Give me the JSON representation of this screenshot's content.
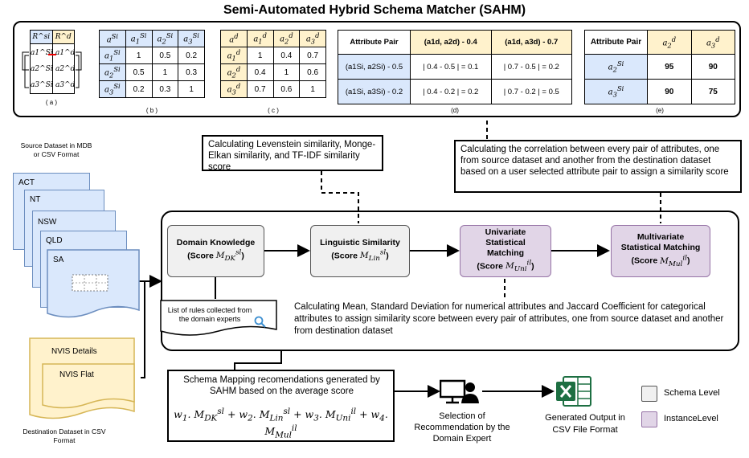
{
  "title": "Semi-Automated Hybrid Schema Matcher (SAHM)",
  "panel_a": {
    "header_left": "R^si",
    "header_right": "R^d",
    "left": [
      "a1^Si",
      "a2^Si",
      "a3^Si"
    ],
    "right": [
      "a1^d",
      "a2^d",
      "a3^d"
    ],
    "caption": "( a )"
  },
  "panel_b": {
    "caption": "( b )",
    "rows": [
      [
        "1",
        "0.5",
        "0.2"
      ],
      [
        "0.5",
        "1",
        "0.3"
      ],
      [
        "0.2",
        "0.3",
        "1"
      ]
    ]
  },
  "panel_c": {
    "caption": "( c )",
    "rows": [
      [
        "1",
        "0.4",
        "0.7"
      ],
      [
        "0.4",
        "1",
        "0.6"
      ],
      [
        "0.7",
        "0.6",
        "1"
      ]
    ]
  },
  "panel_d": {
    "caption": "(d)",
    "head": "Attribute Pair",
    "col1": "(a1d, a2d) - 0.4",
    "col2": "(a1d, a3d) - 0.7",
    "row1": "(a1Si, a2Si) - 0.5",
    "row2": "(a1Si, a3Si) - 0.2",
    "r1c1": "| 0.4 - 0.5 | = 0.1",
    "r1c2": "| 0.7 - 0.5 | = 0.2",
    "r2c1": "| 0.4 - 0.2 | = 0.2",
    "r2c2": "| 0.7 - 0.2 | = 0.5"
  },
  "panel_e": {
    "caption": "(e)",
    "head": "Attribute Pair",
    "r1c1": "95",
    "r1c2": "90",
    "r2c1": "90",
    "r2c2": "75"
  },
  "callouts": {
    "linguistic": "Calculating Levenstein similarity, Monge-Elkan similarity, and TF-IDF similarity score",
    "correlation": "Calculating the correlation between every pair of attributes, one from source dataset and another from the destination dataset based on a user selected attribute pair to assign a similarity score",
    "univariate": "Calculating Mean, Standard Deviation for numerical attributes and Jaccard Coefficient for categorical attributes to assign similarity score between every pair of attributes, one from source dataset and another from destination dataset",
    "rules": "List of rules collected from the domain experts"
  },
  "steps": {
    "domain": "Domain Knowledge",
    "linguistic": "Linguistic Similarity",
    "univariate": "Univariate Statistical Matching",
    "multivariate": "Multivariate Statistical Matching",
    "score_word": "Score"
  },
  "source": {
    "label": "Source Dataset in MDB or CSV Format",
    "files": [
      "ACT",
      "NT",
      "NSW",
      "QLD",
      "SA"
    ]
  },
  "destination": {
    "label": "Destination Dataset in CSV Format",
    "files": [
      "NVIS Details",
      "NVIS Flat"
    ]
  },
  "mapping": {
    "text": "Schema Mapping recomendations generated by SAHM based on the average score"
  },
  "selection": "Selection of Recommendation by the Domain Expert",
  "output": "Generated Output in CSV File Format",
  "legend": [
    {
      "label": "Schema Level",
      "color": "#f0f0f0"
    },
    {
      "label": "InstanceLevel",
      "color": "#e1d5e7"
    }
  ]
}
